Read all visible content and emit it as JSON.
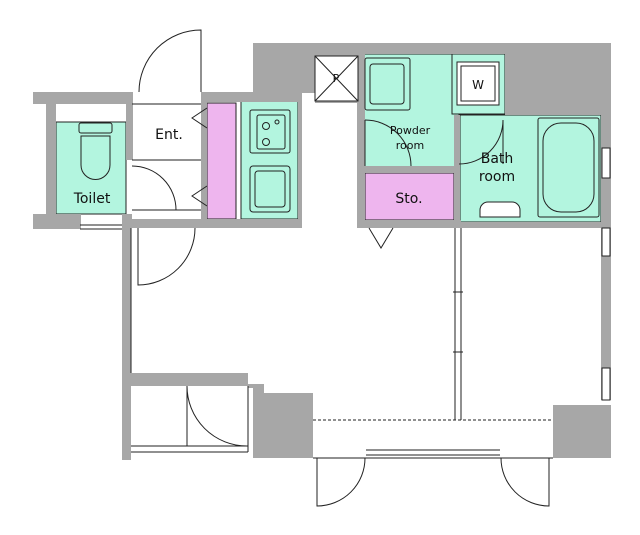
{
  "rooms": {
    "entrance": "Ent.",
    "toilet": "Toilet",
    "powder_line1": "Powder",
    "powder_line2": "room",
    "bath_line1": "Bath",
    "bath_line2": "room",
    "storage": "Sto."
  },
  "fixtures": {
    "washer_mark": "W",
    "pipe_shaft_mark": "P"
  },
  "colors": {
    "wall": "#a7a7a7",
    "wet_area": "#b3f5df",
    "storage": "#eeb5ee",
    "line": "#222222",
    "floor": "#ffffff"
  }
}
